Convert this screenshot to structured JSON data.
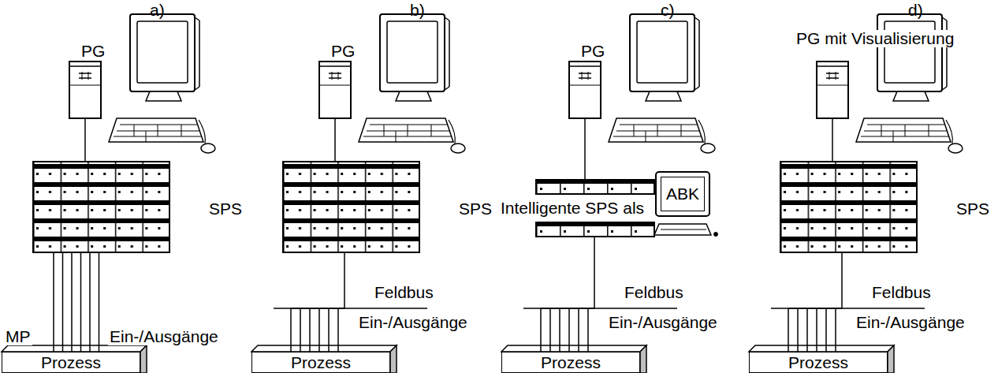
{
  "diagram": {
    "nodes": [
      {
        "text": [
          "PG"
        ]
      },
      {
        "text": [
          "SPS"
        ]
      },
      {
        "text": [
          "Prozess"
        ]
      },
      {
        "text": [
          "PG"
        ]
      },
      {
        "text": [
          "SPS"
        ]
      },
      {
        "text": [
          "Prozess"
        ]
      },
      {
        "text": [
          "PG"
        ]
      },
      {
        "text": [
          "Intelligente SPS als"
        ]
      },
      {
        "text": [
          "ABK"
        ]
      },
      {
        "text": [
          "Prozess"
        ]
      },
      {
        "text": [
          "PG mit Visualisierung"
        ]
      },
      {
        "text": [
          "SPS"
        ]
      },
      {
        "text": [
          "Prozess"
        ]
      }
    ],
    "edges": [
      {
        "from": 0,
        "to": 1,
        "arrow": "none"
      },
      {
        "from": 1,
        "to": 2,
        "arrow": "none"
      },
      {
        "from": 3,
        "to": 4,
        "arrow": "none"
      },
      {
        "from": 4,
        "to": 5,
        "arrow": "none"
      },
      {
        "from": 6,
        "to": 7,
        "arrow": "none"
      },
      {
        "from": 7,
        "to": 9,
        "arrow": "none"
      },
      {
        "from": 10,
        "to": 11,
        "arrow": "none"
      },
      {
        "from": 11,
        "to": 12,
        "arrow": "none"
      }
    ],
    "labels": [
      "a)",
      "b)",
      "c)",
      "d)",
      "MP",
      "Ein-/Ausgänge",
      "Feldbus",
      "Ein-/Ausgänge",
      "Feldbus",
      "Ein-/Ausgänge",
      "Feldbus",
      "Ein-/Ausgänge"
    ]
  }
}
